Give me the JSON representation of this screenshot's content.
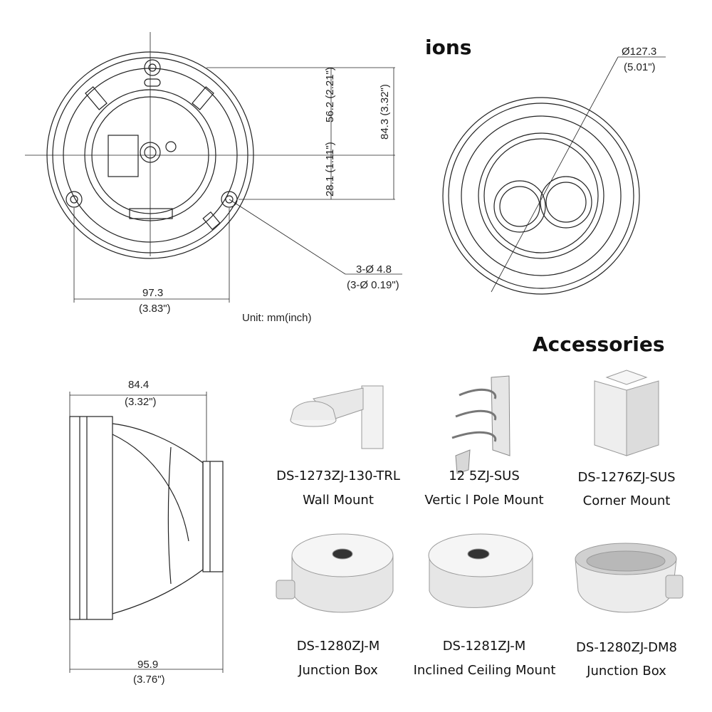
{
  "headings": {
    "dimensions_fragment": "ions",
    "accessories": "Accessories"
  },
  "dimensions": {
    "top_view": {
      "d_56_2": "56.2",
      "d_56_2_in": "(2.21\")",
      "d_84_3": "84.3",
      "d_84_3_in": "(3.32\")",
      "d_28_1": "28.1",
      "d_28_1_in": "(1.11\")",
      "d_hole": "3-Ø 4.8",
      "d_hole_in": "(3-Ø 0.19\")",
      "d_97_3": "97.3",
      "d_97_3_in": "(3.83\")"
    },
    "front_view": {
      "d_127_3": "Ø127.3",
      "d_127_3_in": "(5.01\")"
    },
    "side_view": {
      "d_84_4": "84.4",
      "d_84_4_in": "(3.32\")",
      "d_95_9": "95.9",
      "d_95_9_in": "(3.76\")"
    },
    "unit": "Unit: mm(inch)"
  },
  "accessories": [
    {
      "model": "DS-1273ZJ-130-TRL",
      "name": "Wall Mount"
    },
    {
      "model": "12 5ZJ-SUS",
      "name": "Vertic l Pole Mount"
    },
    {
      "model": "DS-1276ZJ-SUS",
      "name": "Corner Mount"
    },
    {
      "model": "DS-1280ZJ-M",
      "name": "Junction Box"
    },
    {
      "model": "DS-1281ZJ-M",
      "name": "Inclined Ceiling Mount"
    },
    {
      "model": "DS-1280ZJ-DM8",
      "name": "Junction Box"
    }
  ],
  "colors": {
    "line": "#222222",
    "product_white": "#f2f2f2",
    "product_shade": "#c8c8c8"
  }
}
